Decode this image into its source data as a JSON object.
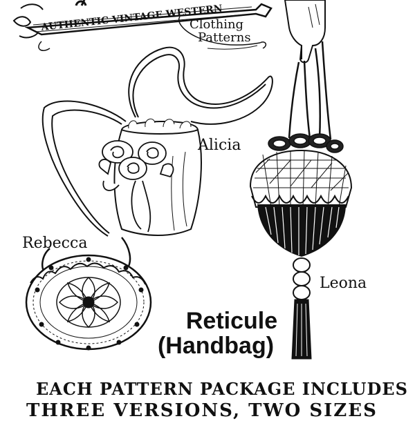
{
  "logo": {
    "banner": "AUTHENTIC VINTAGE WESTERN",
    "subtitle_line1": "Clothing",
    "subtitle_line2": "Patterns"
  },
  "labels": {
    "alicia": "Alicia",
    "rebecca": "Rebecca",
    "leona": "Leona"
  },
  "title": {
    "line1": "Reticule",
    "line2": "(Handbag)"
  },
  "bottom": {
    "line1": "EACH PATTERN PACKAGE INCLUDES",
    "line2": "THREE VERSIONS, TWO SIZES"
  }
}
